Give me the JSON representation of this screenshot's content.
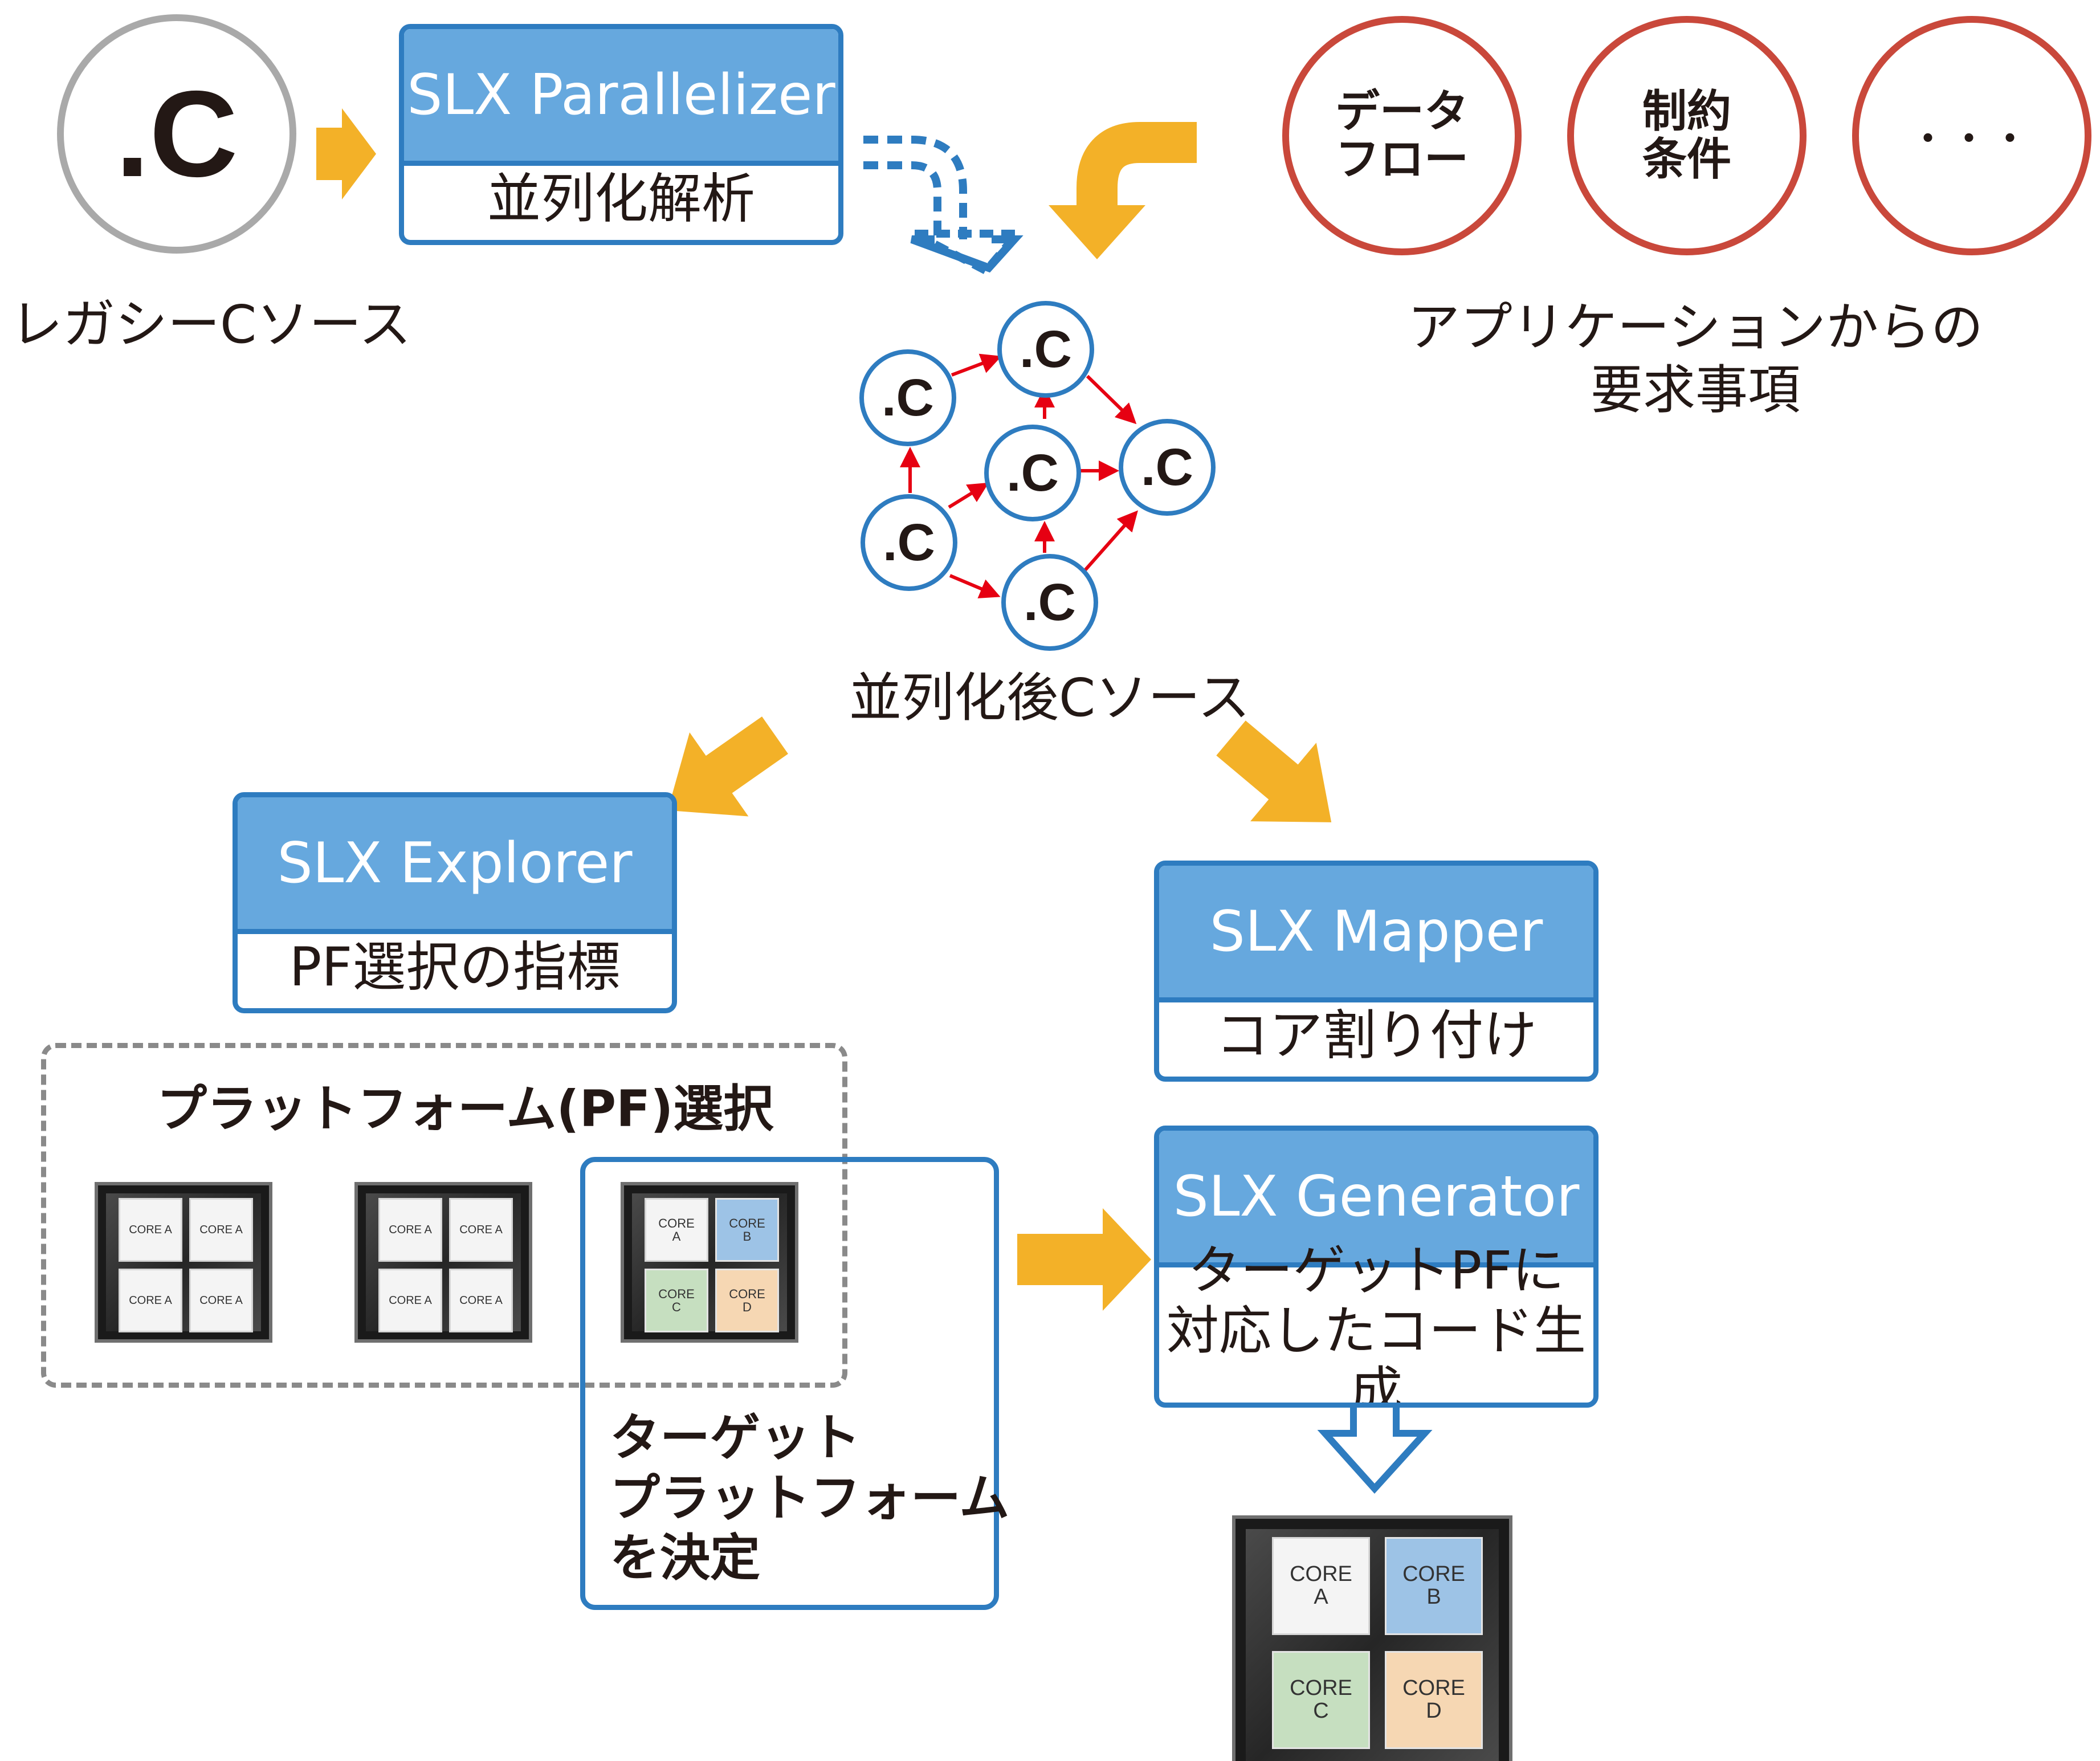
{
  "legacy": {
    "glyph": ".C",
    "label": "レガシーCソース"
  },
  "parallelizer": {
    "title": "SLX Parallelizer",
    "desc": "並列化解析"
  },
  "requirements": {
    "items": [
      "データ\nフロー",
      "制約\n条件",
      "・・・"
    ],
    "label": "アプリケーションからの\n要求事項"
  },
  "graph": {
    "node_glyph": ".C",
    "label": "並列化後Cソース"
  },
  "explorer": {
    "title": "SLX Explorer",
    "desc": "PF選択の指標"
  },
  "mapper": {
    "title": "SLX Mapper",
    "desc": "コア割り付け"
  },
  "generator": {
    "title": "SLX Generator",
    "desc": "ターゲットPFに\n対応したコード生成"
  },
  "platform": {
    "title": "プラットフォーム(PF)選択",
    "generic_core": "CORE A",
    "cores": [
      "CORE\nA",
      "CORE\nB",
      "CORE\nC",
      "CORE\nD"
    ],
    "target_label": "ターゲット\nプラットフォーム\nを決定"
  },
  "colors": {
    "blue": "#2e7cc0",
    "blue_light": "#66a8de",
    "orange": "#f3b128",
    "red": "#c9483b",
    "edge_red": "#e60012",
    "gray": "#a9a9a9"
  }
}
